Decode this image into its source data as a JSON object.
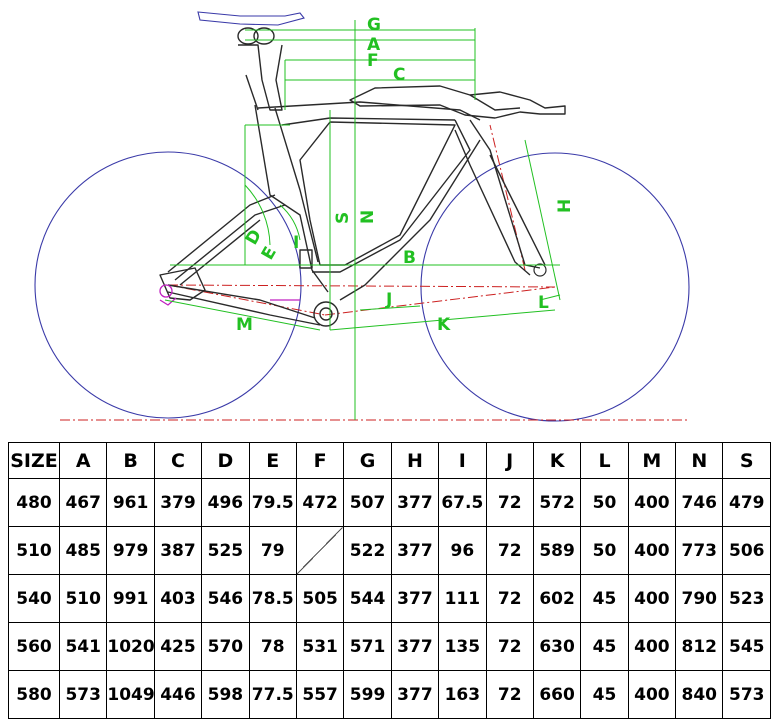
{
  "diagram": {
    "dimension_labels": {
      "G": "G",
      "A": "A",
      "F": "F",
      "C": "C",
      "S": "S",
      "N": "N",
      "B": "B",
      "H": "H",
      "D": "D",
      "E": "E",
      "I": "I",
      "J": "J",
      "K": "K",
      "L": "L",
      "M": "M"
    },
    "colors": {
      "wheel": "#3a3aa8",
      "frame": "#2a2a2a",
      "dimension": "#22c022",
      "centerline": "#cc2020",
      "component": "#c020c0"
    }
  },
  "table": {
    "headers": [
      "SIZE",
      "A",
      "B",
      "C",
      "D",
      "E",
      "F",
      "G",
      "H",
      "I",
      "J",
      "K",
      "L",
      "M",
      "N",
      "S"
    ],
    "rows": [
      [
        "480",
        "467",
        "961",
        "379",
        "496",
        "79.5",
        "472",
        "507",
        "377",
        "67.5",
        "72",
        "572",
        "50",
        "400",
        "746",
        "479"
      ],
      [
        "510",
        "485",
        "979",
        "387",
        "525",
        "79",
        "",
        "522",
        "377",
        "96",
        "72",
        "589",
        "50",
        "400",
        "773",
        "506"
      ],
      [
        "540",
        "510",
        "991",
        "403",
        "546",
        "78.5",
        "505",
        "544",
        "377",
        "111",
        "72",
        "602",
        "45",
        "400",
        "790",
        "523"
      ],
      [
        "560",
        "541",
        "1020",
        "425",
        "570",
        "78",
        "531",
        "571",
        "377",
        "135",
        "72",
        "630",
        "45",
        "400",
        "812",
        "545"
      ],
      [
        "580",
        "573",
        "1049",
        "446",
        "598",
        "77.5",
        "557",
        "599",
        "377",
        "163",
        "72",
        "660",
        "45",
        "400",
        "840",
        "573"
      ]
    ]
  }
}
